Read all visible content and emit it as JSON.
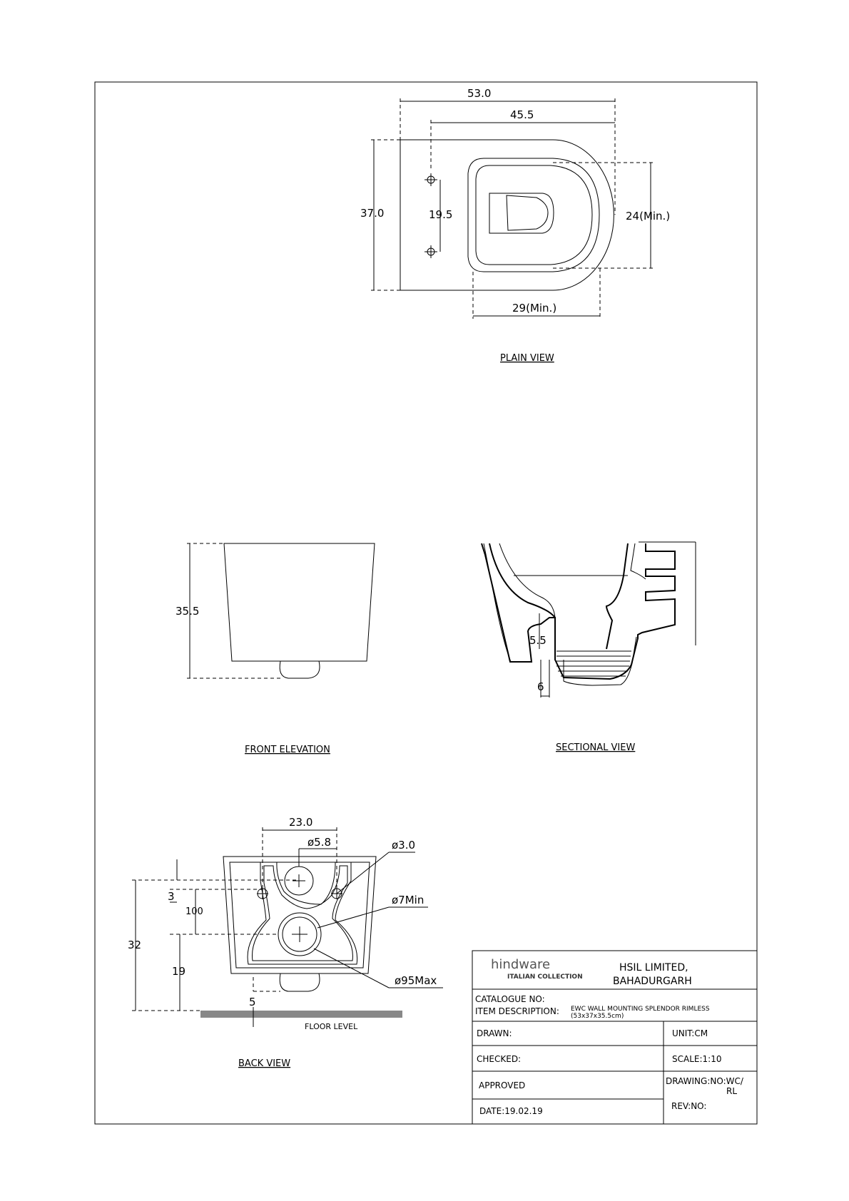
{
  "views": {
    "plain": {
      "title": "PLAIN VIEW",
      "dims": {
        "overall_length": "53.0",
        "bowl_length": "45.5",
        "width": "37.0",
        "hole_spacing": "19.5",
        "opening_width": "24(Min.)",
        "opening_length": "29(Min.)"
      }
    },
    "front": {
      "title": "FRONT ELEVATION",
      "dims": {
        "height": "35.5"
      }
    },
    "section": {
      "title": "SECTIONAL VIEW",
      "dims": {
        "seal_depth": "5.5",
        "trap_offset": "6"
      }
    },
    "back": {
      "title": "BACK VIEW",
      "dims": {
        "center_spacing": "23.0",
        "inlet_dia": "ø5.8",
        "fixing_dia": "ø3.0",
        "outlet_dia_min": "ø7Min",
        "outlet_dia_max": "ø95Max",
        "offset_small": "3",
        "offset_100": "100",
        "height_32": "32",
        "height_19": "19",
        "offset_5": "5"
      },
      "floor_label": "FLOOR LEVEL"
    }
  },
  "title_block": {
    "brand": "hindware",
    "brand_sub": "ITALIAN COLLECTION",
    "company_line1": "HSIL LIMITED,",
    "company_line2": "BAHADURGARH",
    "catalogue_label": "CATALOGUE NO:",
    "item_label": "ITEM DESCRIPTION:",
    "item_value_1": "EWC WALL MOUNTING SPLENDOR RIMLESS",
    "item_value_2": "(53x37x35.5cm)",
    "drawn": "DRAWN:",
    "unit": "UNIT:CM",
    "checked": "CHECKED:",
    "scale": "SCALE:1:10",
    "approved": "APPROVED",
    "drawing_no_1": "DRAWING:NO:WC/",
    "drawing_no_2": "RL",
    "rev_no": "REV:NO:",
    "date": "DATE:19.02.19"
  }
}
